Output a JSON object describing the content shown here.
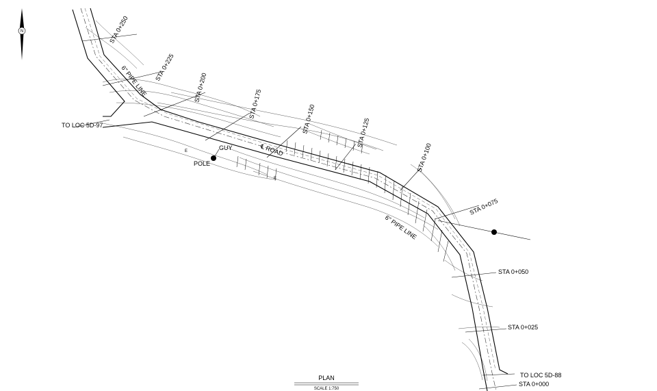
{
  "drawing": {
    "north_symbol": "N",
    "plan_title": "PLAN",
    "scale": "SCALE 1:750",
    "stations": [
      "STA 0+250",
      "STA 0+225",
      "STA 0+200",
      "STA 0+175",
      "STA 0+150",
      "STA 0+125",
      "STA 0+100",
      "STA 0+075",
      "STA 0+050",
      "STA 0+025",
      "STA 0+000"
    ],
    "labels": {
      "pipe_line_upper": "6\" PIPE LINE",
      "pipe_line_lower": "6\" PIPE LINE",
      "to_loc_west": "TO LOC 5D-97",
      "to_loc_east": "TO LOC 5D-88",
      "guy": "GUY",
      "pole": "POLE",
      "road": "℄ ROAD",
      "e_marker": "E"
    }
  }
}
